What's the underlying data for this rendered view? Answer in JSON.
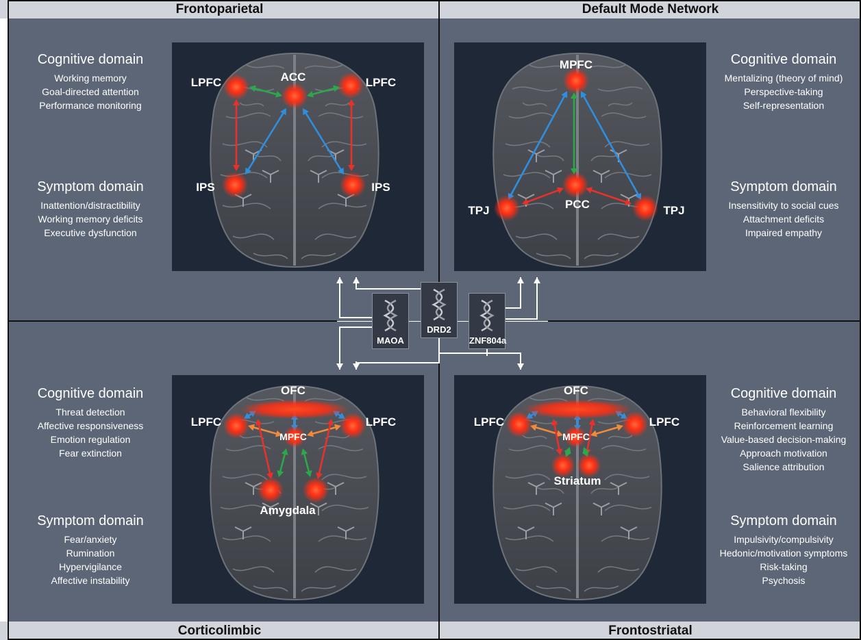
{
  "colors": {
    "panel": "#5c6676",
    "inset": "#1f2837",
    "header": "#d1d4da",
    "node": "#ff3a1a",
    "red_arrow": "#e8312a",
    "green_arrow": "#2ca84a",
    "blue_arrow": "#2f8fde",
    "orange_arrow": "#f08a3c"
  },
  "headers": {
    "top_left": "Frontoparietal",
    "top_right": "Default Mode Network",
    "bottom_left": "Corticolimbic",
    "bottom_right": "Frontostriatal"
  },
  "frontoparietal": {
    "cognitive": {
      "title": "Cognitive domain",
      "items": [
        "Working memory",
        "Goal-directed attention",
        "Performance monitoring"
      ]
    },
    "symptom": {
      "title": "Symptom domain",
      "items": [
        "Inattention/distractibility",
        "Working memory deficits",
        "Executive dysfunction"
      ]
    },
    "labels": {
      "lpfc_l": "LPFC",
      "acc": "ACC",
      "lpfc_r": "LPFC",
      "ips_l": "IPS",
      "ips_r": "IPS"
    }
  },
  "default_mode": {
    "cognitive": {
      "title": "Cognitive domain",
      "items": [
        "Mentalizing (theory of mind)",
        "Perspective-taking",
        "Self-representation"
      ]
    },
    "symptom": {
      "title": "Symptom domain",
      "items": [
        "Insensitivity to social cues",
        "Attachment deficits",
        "Impaired empathy"
      ]
    },
    "labels": {
      "mpfc": "MPFC",
      "pcc": "PCC",
      "tpj_l": "TPJ",
      "tpj_r": "TPJ"
    }
  },
  "corticolimbic": {
    "cognitive": {
      "title": "Cognitive domain",
      "items": [
        "Threat detection",
        "Affective responsiveness",
        "Emotion regulation",
        "Fear extinction"
      ]
    },
    "symptom": {
      "title": "Symptom domain",
      "items": [
        "Fear/anxiety",
        "Rumination",
        "Hypervigilance",
        "Affective instability"
      ]
    },
    "labels": {
      "ofc": "OFC",
      "lpfc_l": "LPFC",
      "lpfc_r": "LPFC",
      "mpfc": "MPFC",
      "amygdala": "Amygdala"
    }
  },
  "frontostriatal": {
    "cognitive": {
      "title": "Cognitive domain",
      "items": [
        "Behavioral flexibility",
        "Reinforcement learning",
        "Value-based decision-making",
        "Approach motivation",
        "Salience attribution"
      ]
    },
    "symptom": {
      "title": "Symptom domain",
      "items": [
        "Impulsivity/compulsivity",
        "Hedonic/motivation symptoms",
        "Risk-taking",
        "Psychosis"
      ]
    },
    "labels": {
      "ofc": "OFC",
      "lpfc_l": "LPFC",
      "lpfc_r": "LPFC",
      "mpfc": "MPFC",
      "striatum": "Striatum"
    }
  },
  "genes": [
    "MAOA",
    "DRD2",
    "ZNF804a"
  ]
}
